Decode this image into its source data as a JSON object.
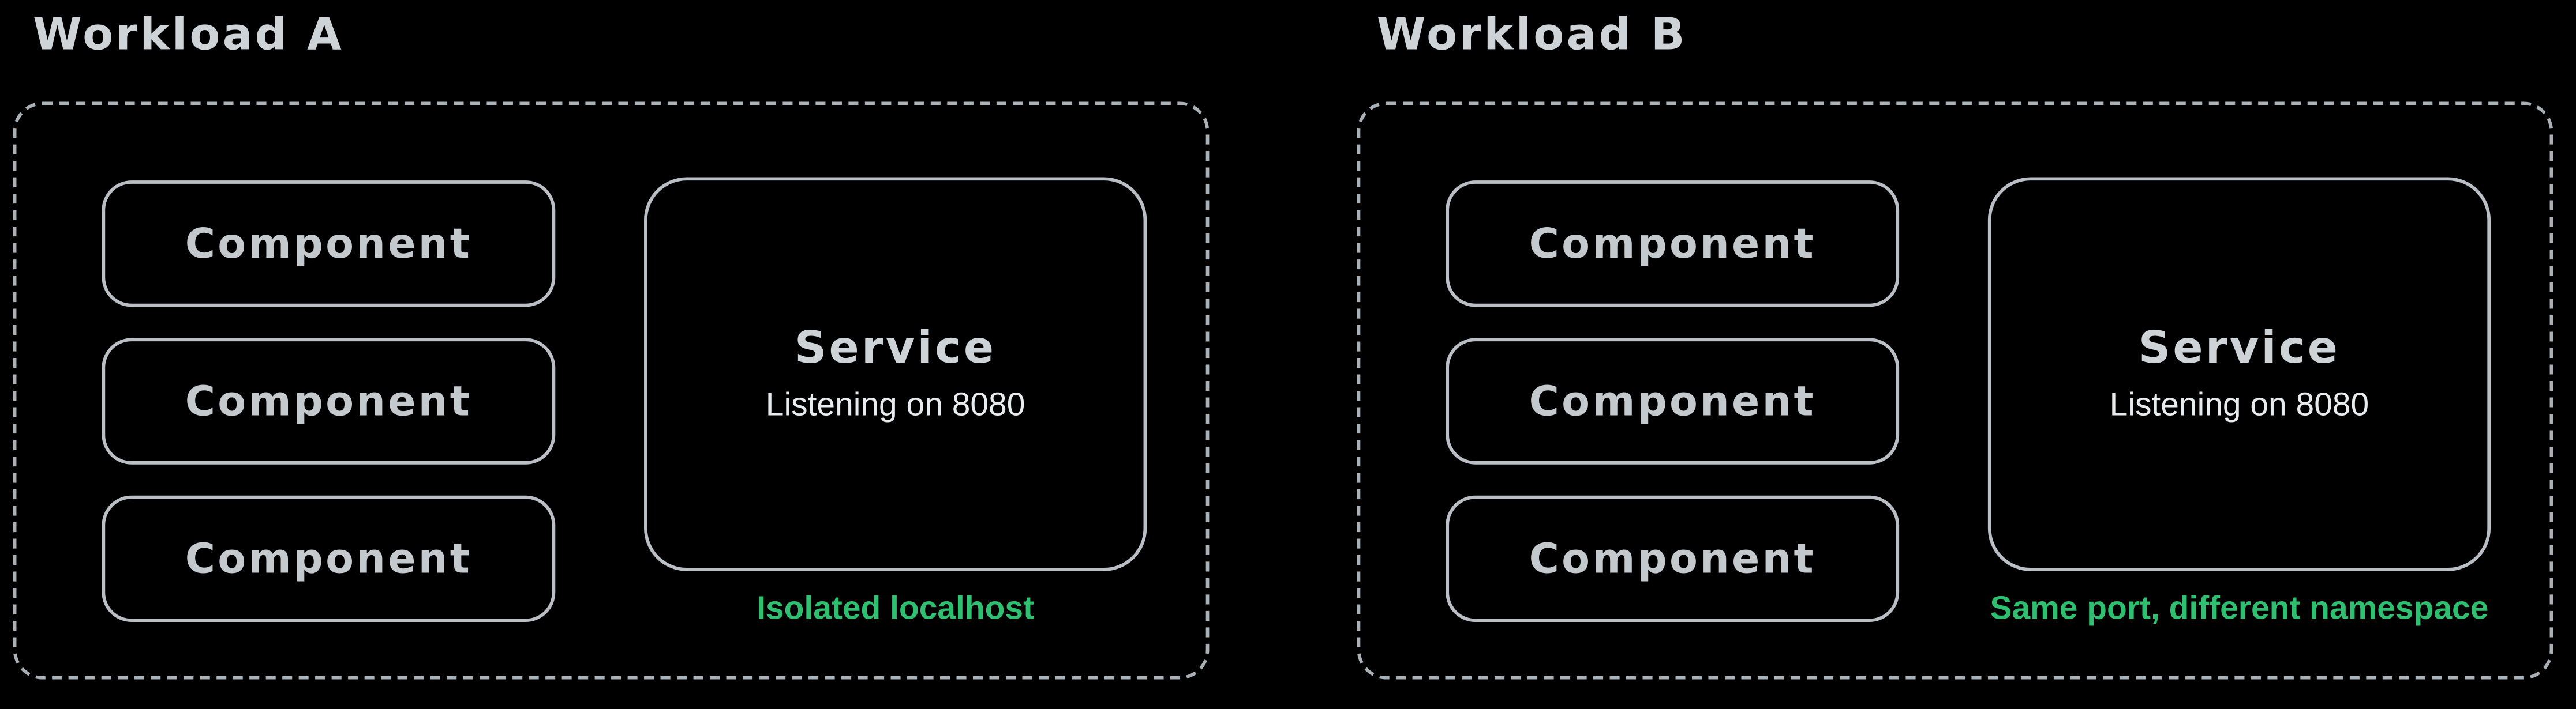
{
  "diagram": {
    "background_color": "#000000",
    "border_color": "#b9bfc5",
    "dashed_border_color": "#a9b0b6",
    "text_color": "#ced3d8",
    "accent_green": "#2fbf71",
    "workloads": [
      {
        "title": "Workload A",
        "components": [
          "Component",
          "Component",
          "Component"
        ],
        "service": {
          "title": "Service",
          "subtitle": "Listening on 8080"
        },
        "note": "Isolated localhost"
      },
      {
        "title": "Workload B",
        "components": [
          "Component",
          "Component",
          "Component"
        ],
        "service": {
          "title": "Service",
          "subtitle": "Listening on 8080"
        },
        "note": "Same port, different namespace"
      }
    ]
  }
}
